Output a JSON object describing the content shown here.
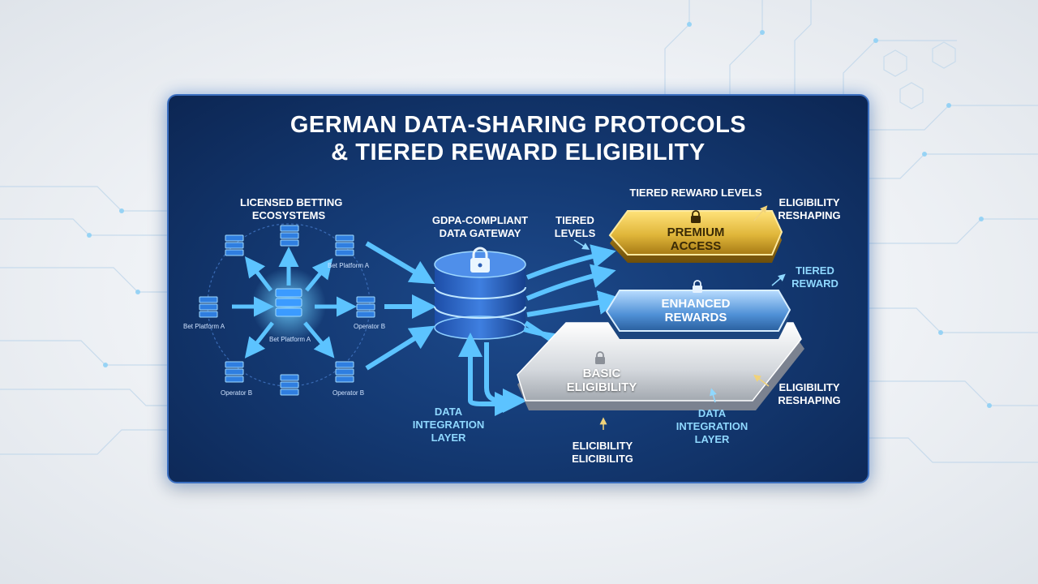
{
  "title": {
    "line1": "GERMAN DATA-SHARING PROTOCOLS",
    "line2": "& TIERED REWARD ELIGIBILITY"
  },
  "ecosystem": {
    "heading_line1": "LICENSED BETTING",
    "heading_line2": "ECOSYSTEMS",
    "node_labels": [
      "Bet Platform A",
      "Bet Platform A",
      "Bet Platform A",
      "Operator B",
      "Operator B",
      "Operator B"
    ]
  },
  "gateway": {
    "heading_line1": "GDPA-COMPLIANT",
    "heading_line2": "DATA GATEWAY"
  },
  "integration_left": {
    "line1": "DATA",
    "line2": "INTEGRATION",
    "line3": "LAYER"
  },
  "tiered_levels": {
    "line1": "TIERED",
    "line2": "LEVELS"
  },
  "tiers_heading": "TIERED REWARD LEVELS",
  "tiers": {
    "premium": {
      "line1": "PREMIUM",
      "line2": "ACCESS"
    },
    "enhanced": {
      "line1": "ENHANCED",
      "line2": "REWARDS"
    },
    "basic": {
      "line1": "BASIC",
      "line2": "ELIGIBILITY"
    }
  },
  "side_labels": {
    "reshaping_top": {
      "line1": "ELIGIBILITY",
      "line2": "RESHAPING"
    },
    "tiered_reward": {
      "line1": "TIERED",
      "line2": "REWARD"
    },
    "reshaping_bottom": {
      "line1": "ELIGIBILITY",
      "line2": "RESHAPING"
    },
    "integration_right": {
      "line1": "DATA",
      "line2": "INTEGRATION",
      "line3": "LAYER"
    },
    "eligibility_bottom": {
      "line1": "ELICIBILITY",
      "line2": "ELICIBILITG"
    }
  },
  "icons": [
    "server-icon",
    "database-icon",
    "lock-icon",
    "arrow-icon",
    "circuit-background"
  ],
  "colors": {
    "panel": "#143a74",
    "accent": "#3fb4ff",
    "gold": "#e0b63a",
    "silver": "#cfd3d8",
    "cyan_label": "#8fd8ff"
  }
}
